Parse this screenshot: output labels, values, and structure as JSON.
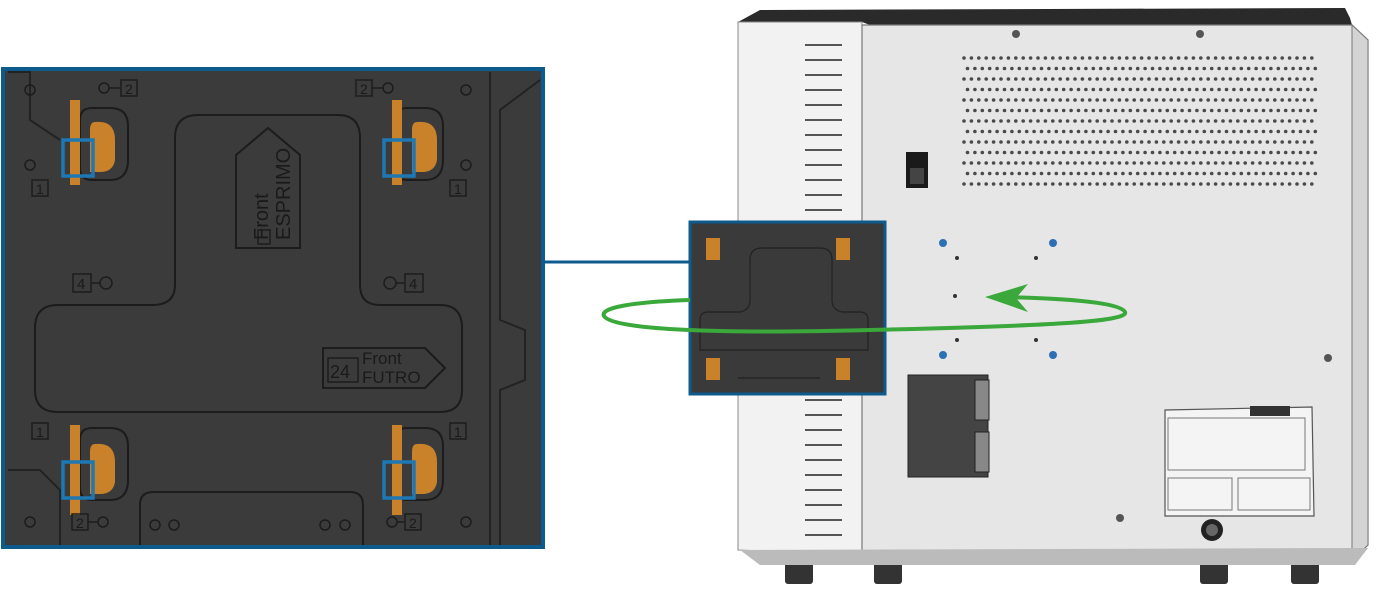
{
  "detail": {
    "esprimo_arrow": {
      "text_front": "Front",
      "text_brand": "ESPRIMO",
      "badge": "1"
    },
    "futro_arrow": {
      "text_front": "Front",
      "text_brand": "FUTRO",
      "badge": "24"
    },
    "markers": {
      "top_left_2": "2",
      "top_right_2": "2",
      "left_1": "1",
      "right_1": "1",
      "left_4": "4",
      "right_4": "4",
      "bottom_left_1": "1",
      "bottom_right_1": "1",
      "bottom_left_2": "2",
      "bottom_right_2": "2"
    }
  },
  "colors": {
    "frame_blue": "#0d5a8c",
    "plate_dark": "#3b3b3b",
    "tab_orange": "#c9822a",
    "arrow_green": "#3aa83a",
    "highlight_blue": "#1e78b4"
  }
}
